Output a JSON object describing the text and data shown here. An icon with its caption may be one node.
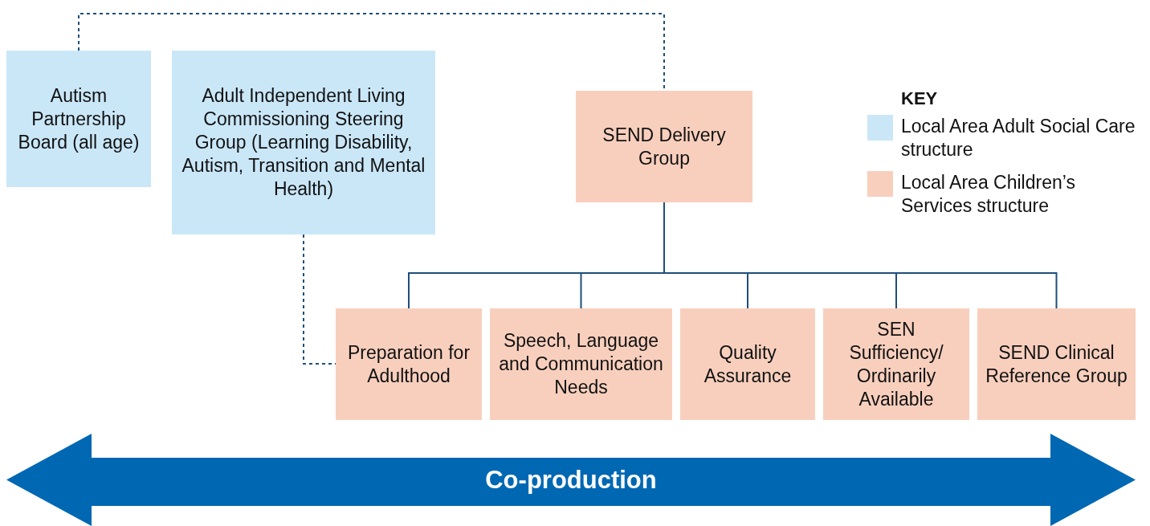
{
  "diagram": {
    "nodes": [
      {
        "text": [
          "Autism Partnership Board (all age)"
        ]
      },
      {
        "text": [
          "Adult Independent Living Commissioning Steering Group (Learning Disability, Autism, Transition and Mental Health)"
        ]
      },
      {
        "text": [
          "SEND Delivery Group"
        ]
      },
      {
        "text": [
          "Preparation for Adulthood"
        ]
      },
      {
        "text": [
          "Speech, Language and Communication Needs"
        ]
      },
      {
        "text": [
          "Quality Assurance"
        ]
      },
      {
        "text": [
          "SEN Sufficiency/ Ordinarily Available"
        ]
      },
      {
        "text": [
          "SEND Clinical Reference Group"
        ]
      },
      {
        "text": [
          "Co-production"
        ]
      }
    ],
    "edges": [
      {
        "from": 0,
        "to": 2,
        "arrow": "none",
        "style": "dashed"
      },
      {
        "from": 1,
        "to": 3,
        "arrow": "none",
        "style": "dashed"
      },
      {
        "from": 2,
        "to": 3,
        "arrow": "none"
      },
      {
        "from": 2,
        "to": 4,
        "arrow": "none"
      },
      {
        "from": 2,
        "to": 5,
        "arrow": "none"
      },
      {
        "from": 2,
        "to": 6,
        "arrow": "none"
      },
      {
        "from": 2,
        "to": 7,
        "arrow": "none"
      }
    ],
    "labels": [
      "KEY"
    ],
    "legend": [
      {
        "text": "Local Area Adult Social Care structure",
        "color": "#cae7f8"
      },
      {
        "text": "Local Area Children’s Services structure",
        "color": "#f8cfbd"
      }
    ]
  }
}
